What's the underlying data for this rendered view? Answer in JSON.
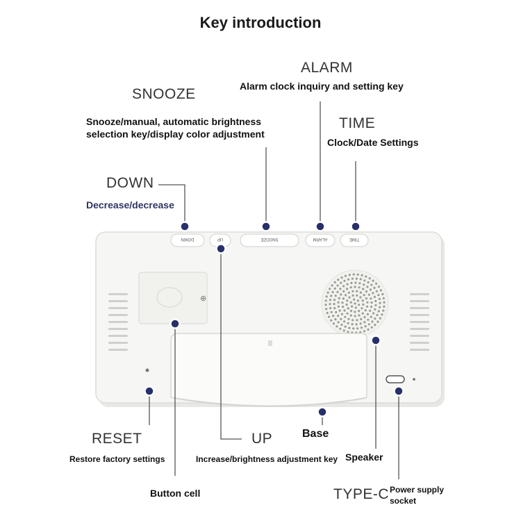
{
  "title": "Key introduction",
  "labels": {
    "alarm": {
      "name": "ALARM",
      "desc": "Alarm clock inquiry and setting key"
    },
    "snooze": {
      "name": "SNOOZE",
      "desc_line1": "Snooze/manual, automatic brightness",
      "desc_line2": "selection key/display color adjustment"
    },
    "time": {
      "name": "TIME",
      "desc": "Clock/Date Settings"
    },
    "down": {
      "name": "DOWN",
      "desc": "Decrease/decrease"
    },
    "reset": {
      "name": "RESET",
      "desc": "Restore factory settings"
    },
    "up": {
      "name": "UP",
      "desc": "Increase/brightness adjustment key"
    },
    "base": {
      "name": "Base"
    },
    "speaker": {
      "name": "Speaker"
    },
    "button_cell": {
      "name": "Button cell"
    },
    "typec": {
      "name": "TYPE-C",
      "desc_line1": "Power supply",
      "desc_line2": "socket"
    }
  },
  "device_buttons": {
    "down": "DOWN",
    "up": "UP",
    "snooze": "SNOOZE",
    "alarm": "ALARM",
    "time": "TIME"
  },
  "colors": {
    "marker": "#27306a",
    "line": "#555555",
    "device": "#f4f4f2",
    "device_edge": "#d9d9d6"
  }
}
